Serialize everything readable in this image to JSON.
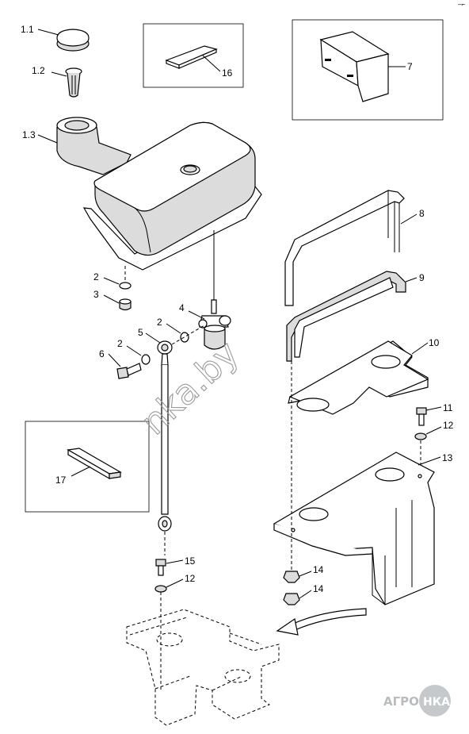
{
  "callouts": [
    {
      "id": "1.1",
      "text": "1.1"
    },
    {
      "id": "1.2",
      "text": "1.2"
    },
    {
      "id": "1.3",
      "text": "1.3"
    },
    {
      "id": "2a",
      "text": "2"
    },
    {
      "id": "3",
      "text": "3"
    },
    {
      "id": "4",
      "text": "4"
    },
    {
      "id": "5",
      "text": "5"
    },
    {
      "id": "2b",
      "text": "2"
    },
    {
      "id": "2c",
      "text": "2"
    },
    {
      "id": "6",
      "text": "6"
    },
    {
      "id": "16",
      "text": "16"
    },
    {
      "id": "7",
      "text": "7"
    },
    {
      "id": "8",
      "text": "8"
    },
    {
      "id": "9",
      "text": "9"
    },
    {
      "id": "10",
      "text": "10"
    },
    {
      "id": "11",
      "text": "11"
    },
    {
      "id": "12a",
      "text": "12"
    },
    {
      "id": "13",
      "text": "13"
    },
    {
      "id": "17",
      "text": "17"
    },
    {
      "id": "15",
      "text": "15"
    },
    {
      "id": "12b",
      "text": "12"
    },
    {
      "id": "14a",
      "text": "14"
    },
    {
      "id": "14b",
      "text": "14"
    }
  ],
  "watermark": {
    "text": "nka.by"
  },
  "logo": {
    "left": "АГРО",
    "right": "НКА"
  },
  "corner_mark": "–⌐"
}
